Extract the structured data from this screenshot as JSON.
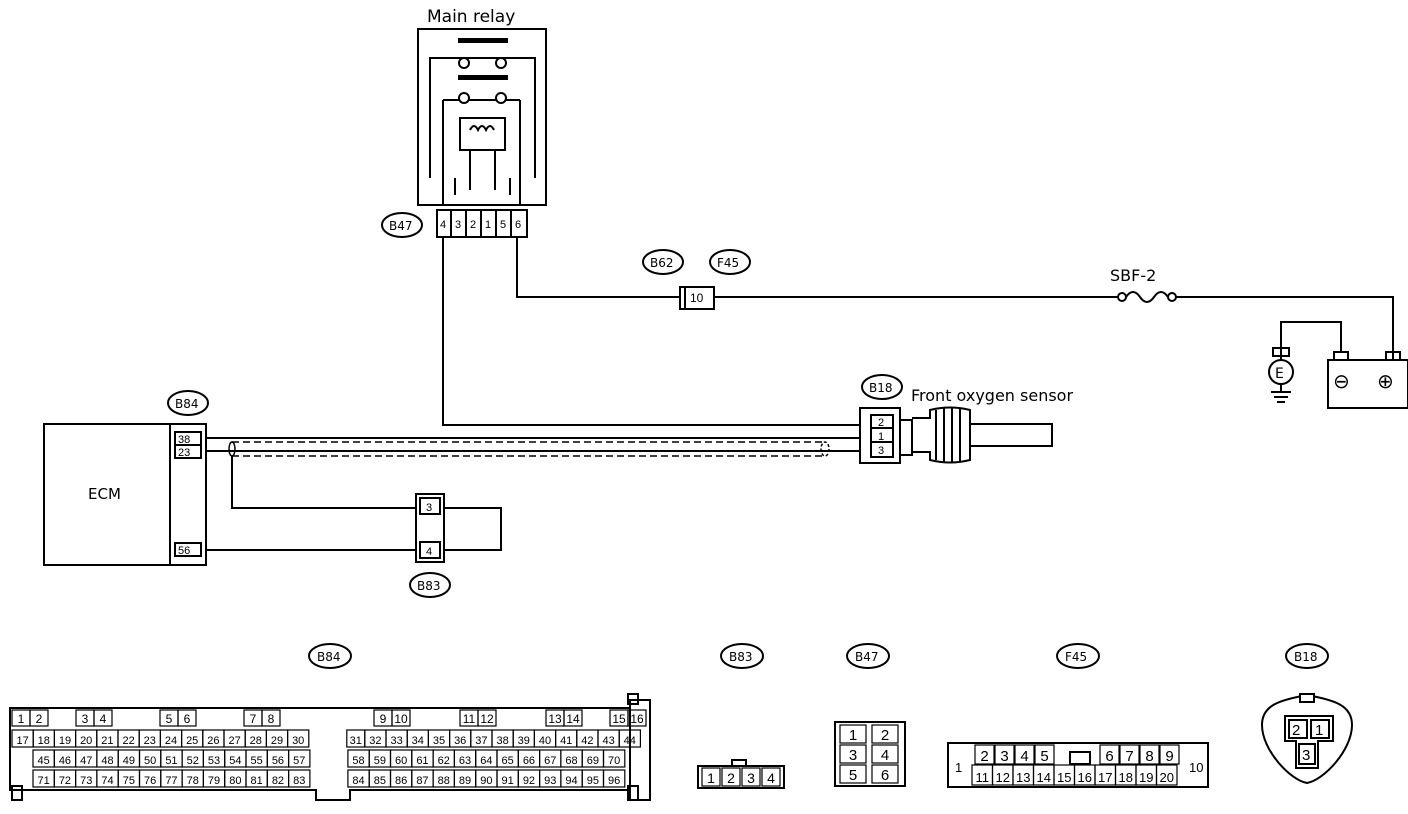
{
  "labels": {
    "main_relay": "Main relay",
    "front_oxygen_sensor": "Front oxygen sensor",
    "ecm": "ECM",
    "fuse": "SBF-2",
    "ground_symbol": "E",
    "battery_neg": "⊖",
    "battery_pos": "⊕"
  },
  "connector_tags": {
    "b47": "B47",
    "b62": "B62",
    "f45": "F45",
    "b84": "B84",
    "b18": "B18",
    "b83": "B83"
  },
  "pins": {
    "b47_relay": [
      "4",
      "3",
      "2",
      "1",
      "5",
      "6"
    ],
    "f45_inline": "10",
    "b84_ecm": [
      "38",
      "23",
      "56"
    ],
    "b18_sensor": [
      "2",
      "1",
      "3"
    ],
    "b83_inline": [
      "3",
      "4"
    ]
  },
  "connector_views": {
    "b84": {
      "tag": "B84",
      "row1": [
        "1",
        "2",
        "3",
        "4",
        "5",
        "6",
        "7",
        "8",
        "9",
        "10",
        "11",
        "12",
        "13",
        "14",
        "15",
        "16"
      ],
      "row2": [
        "17",
        "18",
        "19",
        "20",
        "21",
        "22",
        "23",
        "24",
        "25",
        "26",
        "27",
        "28",
        "29",
        "30",
        "31",
        "32",
        "33",
        "34",
        "35",
        "36",
        "37",
        "38",
        "39",
        "40",
        "41",
        "42",
        "43",
        "44"
      ],
      "row3": [
        "45",
        "46",
        "47",
        "48",
        "49",
        "50",
        "51",
        "52",
        "53",
        "54",
        "55",
        "56",
        "57",
        "58",
        "59",
        "60",
        "61",
        "62",
        "63",
        "64",
        "65",
        "66",
        "67",
        "68",
        "69",
        "70"
      ],
      "row4": [
        "71",
        "72",
        "73",
        "74",
        "75",
        "76",
        "77",
        "78",
        "79",
        "80",
        "81",
        "82",
        "83",
        "84",
        "85",
        "86",
        "87",
        "88",
        "89",
        "90",
        "91",
        "92",
        "93",
        "94",
        "95",
        "96"
      ]
    },
    "b83": {
      "tag": "B83",
      "pins": [
        "1",
        "2",
        "3",
        "4"
      ]
    },
    "b47": {
      "tag": "B47",
      "pins": [
        "1",
        "2",
        "3",
        "4",
        "5",
        "6"
      ]
    },
    "f45": {
      "tag": "F45",
      "left": "1",
      "top": [
        "2",
        "3",
        "4",
        "5",
        "6",
        "7",
        "8",
        "9"
      ],
      "bottom": [
        "11",
        "12",
        "13",
        "14",
        "15",
        "16",
        "17",
        "18",
        "19",
        "20"
      ],
      "right": "10"
    },
    "b18": {
      "tag": "B18",
      "pins": [
        "2",
        "1",
        "3"
      ]
    }
  }
}
